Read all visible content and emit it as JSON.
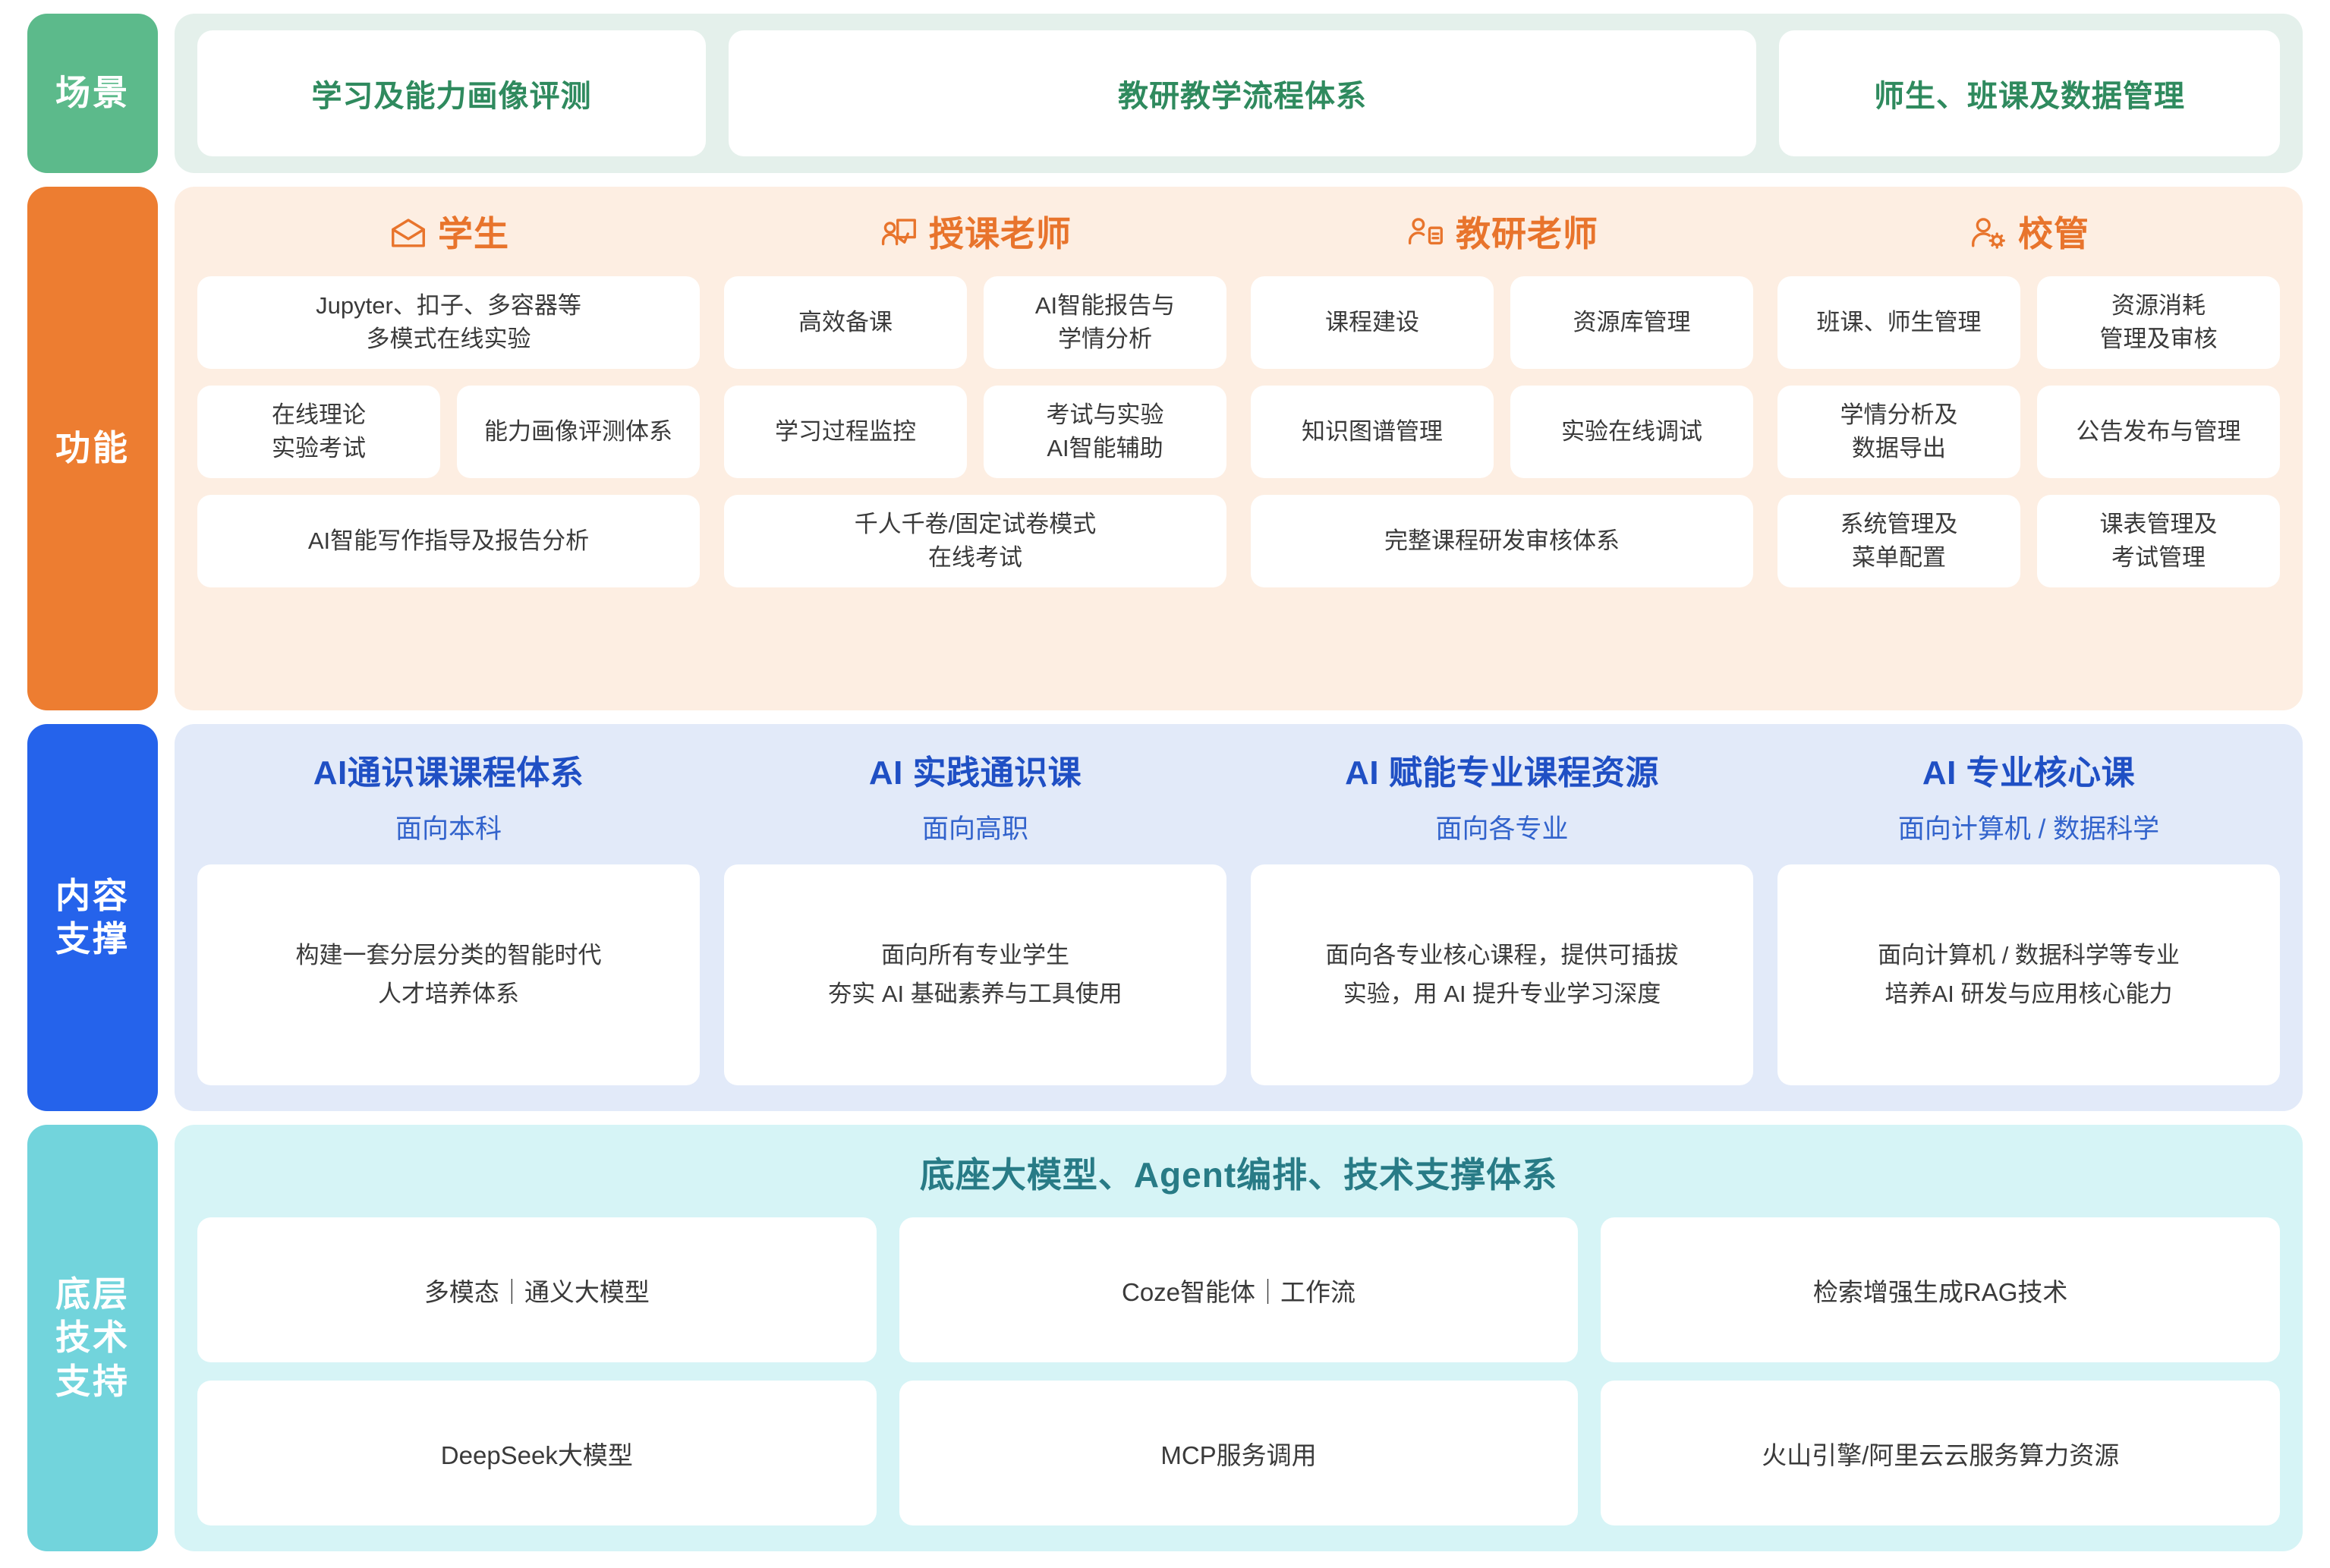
{
  "colors": {
    "scene_pill": "#5cba8b",
    "scene_panel": "#e4f0eb",
    "scene_text": "#2f8a5e",
    "function_pill": "#ed7d31",
    "function_panel": "#fdeee2",
    "function_text": "#e8742c",
    "content_pill": "#2563eb",
    "content_panel": "#e2eaf9",
    "content_text": "#1f4fc4",
    "tech_pill": "#72d4dc",
    "tech_panel": "#d6f4f6",
    "tech_text": "#287b86",
    "card_bg": "#ffffff",
    "card_text": "#3a3a3a"
  },
  "scene": {
    "label": "场景",
    "cards": [
      "学习及能力画像评测",
      "教研教学流程体系",
      "师生、班课及数据管理"
    ]
  },
  "function": {
    "label": "功能",
    "columns": [
      {
        "icon": "graduation-cap-icon",
        "title": "学生",
        "rows": [
          [
            {
              "text": "Jupyter、扣子、多容器等\n多模式在线实验",
              "span": "full"
            }
          ],
          [
            {
              "text": "在线理论\n实验考试",
              "span": "half"
            },
            {
              "text": "能力画像评测体系",
              "span": "half"
            }
          ],
          [
            {
              "text": "AI智能写作指导及报告分析",
              "span": "full"
            }
          ]
        ]
      },
      {
        "icon": "presenter-board-icon",
        "title": "授课老师",
        "rows": [
          [
            {
              "text": "高效备课",
              "span": "half"
            },
            {
              "text": "AI智能报告与\n学情分析",
              "span": "half"
            }
          ],
          [
            {
              "text": "学习过程监控",
              "span": "half"
            },
            {
              "text": "考试与实验\nAI智能辅助",
              "span": "half"
            }
          ],
          [
            {
              "text": "千人千卷/固定试卷模式\n在线考试",
              "span": "full"
            }
          ]
        ]
      },
      {
        "icon": "person-document-icon",
        "title": "教研老师",
        "rows": [
          [
            {
              "text": "课程建设",
              "span": "half"
            },
            {
              "text": "资源库管理",
              "span": "half"
            }
          ],
          [
            {
              "text": "知识图谱管理",
              "span": "half"
            },
            {
              "text": "实验在线调试",
              "span": "half"
            }
          ],
          [
            {
              "text": "完整课程研发审核体系",
              "span": "full"
            }
          ]
        ]
      },
      {
        "icon": "person-gear-icon",
        "title": "校管",
        "rows": [
          [
            {
              "text": "班课、师生管理",
              "span": "half"
            },
            {
              "text": "资源消耗\n管理及审核",
              "span": "half"
            }
          ],
          [
            {
              "text": "学情分析及\n数据导出",
              "span": "half"
            },
            {
              "text": "公告发布与管理",
              "span": "half"
            }
          ],
          [
            {
              "text": "系统管理及\n菜单配置",
              "span": "half"
            },
            {
              "text": "课表管理及\n考试管理",
              "span": "half"
            }
          ]
        ]
      }
    ]
  },
  "content_support": {
    "label": "内容\n支撑",
    "columns": [
      {
        "title": "AI通识课课程体系",
        "subtitle": "面向本科",
        "desc": "构建一套分层分类的智能时代\n人才培养体系"
      },
      {
        "title": "AI 实践通识课",
        "subtitle": "面向高职",
        "desc": "面向所有专业学生\n夯实 AI 基础素养与工具使用"
      },
      {
        "title": "AI 赋能专业课程资源",
        "subtitle": "面向各专业",
        "desc": "面向各专业核心课程，提供可插拔\n实验，用 AI 提升专业学习深度"
      },
      {
        "title": "AI 专业核心课",
        "subtitle": "面向计算机 / 数据科学",
        "desc": "面向计算机 / 数据科学等专业\n培养AI 研发与应用核心能力"
      }
    ]
  },
  "tech_support": {
    "label": "底层\n技术\n支持",
    "title": "底座大模型、Agent编排、技术支撑体系",
    "rows": [
      [
        "多模态｜通义大模型",
        "Coze智能体｜工作流",
        "检索增强生成RAG技术"
      ],
      [
        "DeepSeek大模型",
        "MCP服务调用",
        "火山引擎/阿里云云服务算力资源"
      ]
    ]
  }
}
